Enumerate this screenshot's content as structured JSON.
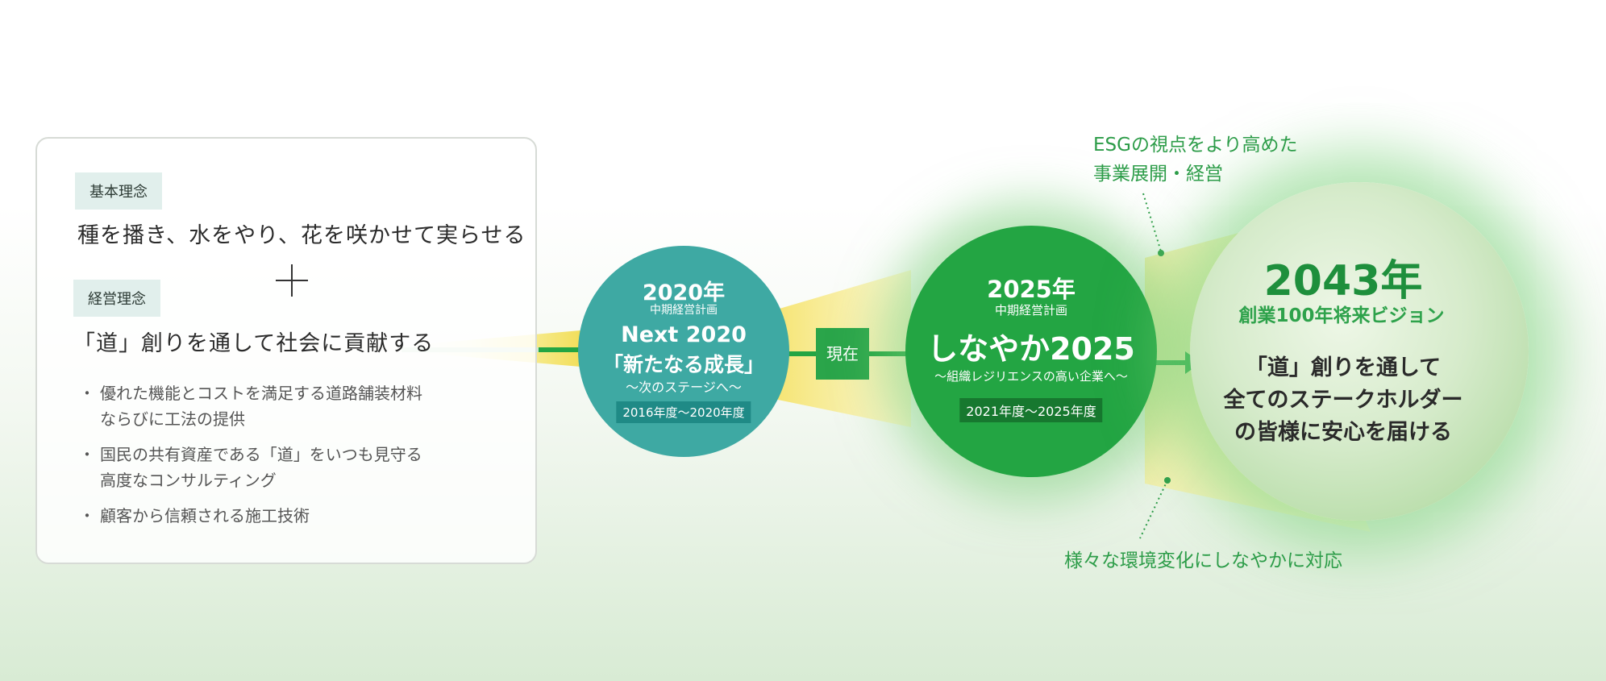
{
  "panel": {
    "basic_tag": "基本理念",
    "basic_motto": "種を播き、水をやり、花を咲かせて実らせる",
    "mgmt_tag": "経営理念",
    "mgmt_motto": "「道」創りを通して社会に貢献する",
    "bullets": [
      {
        "dot": "・",
        "lines": [
          "優れた機能とコストを満足する道路舗装材料",
          "ならびに工法の提供"
        ]
      },
      {
        "dot": "・",
        "lines": [
          "国民の共有資産である「道」をいつも見守る",
          "高度なコンサルティング"
        ]
      },
      {
        "dot": "・",
        "lines": [
          "顧客から信頼される施工技術"
        ]
      }
    ]
  },
  "plan2020": {
    "year": "2020年",
    "subtitle": "中期経営計画",
    "name": "Next 2020",
    "slogan": "「新たなる成長」",
    "tagline": "〜次のステージへ〜",
    "period": "2016年度〜2020年度"
  },
  "now_label": "現在",
  "plan2025": {
    "year": "2025年",
    "subtitle": "中期経営計画",
    "name": "しなやか2025",
    "tagline": "〜組織レジリエンスの高い企業へ〜",
    "period": "2021年度〜2025年度"
  },
  "vision2043": {
    "year": "2043年",
    "subtitle": "創業100年将来ビジョン",
    "lines": [
      "「道」創りを通して",
      "全てのステークホルダー",
      "の皆様に安心を届ける"
    ]
  },
  "annotations": {
    "esg": [
      "ESGの視点をより高めた",
      "事業展開・経営"
    ],
    "resilience": "様々な環境変化にしなやかに対応"
  },
  "colors": {
    "teal": "#3ea9a3",
    "green": "#23a543",
    "dark_green": "#1e8f3c",
    "annotation": "#2c9c48",
    "beam_yellow": "#f5eb7c"
  }
}
